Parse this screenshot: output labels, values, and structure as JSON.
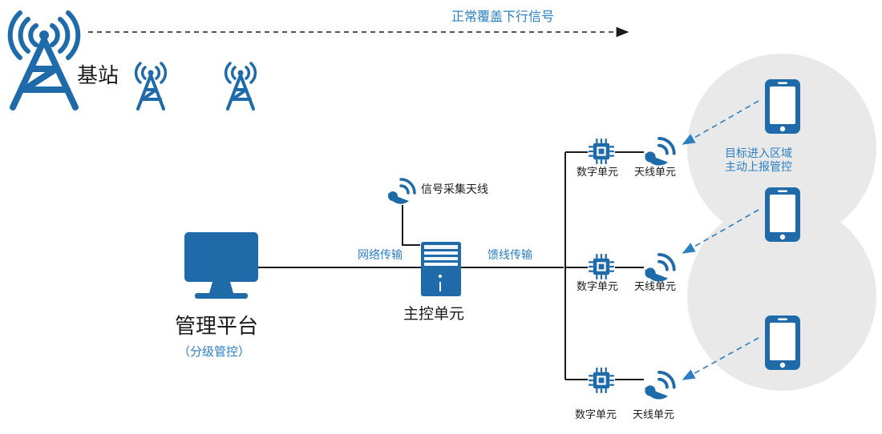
{
  "downlink_label": "正常覆盖下行信号",
  "base_station_label": "基站",
  "signal_antenna_label": "信号采集天线",
  "network_label": "网络传输",
  "feeder_label": "馈线传输",
  "platform_title": "管理平台",
  "platform_subtitle": "（分级管控）",
  "control_unit_label": "主控单元",
  "branches": [
    {
      "digital_label": "数字单元",
      "antenna_label": "天线单元"
    },
    {
      "digital_label": "数字单元",
      "antenna_label": "天线单元"
    },
    {
      "digital_label": "数字单元",
      "antenna_label": "天线单元"
    }
  ],
  "zone_note_line1": "目标进入区域",
  "zone_note_line2": "主动上报管控",
  "colors": {
    "icon_blue": "#1f6aa8",
    "text_blue": "#2a7fc1",
    "zone_gray": "#e9e9e9",
    "line": "#1b1b1b"
  }
}
